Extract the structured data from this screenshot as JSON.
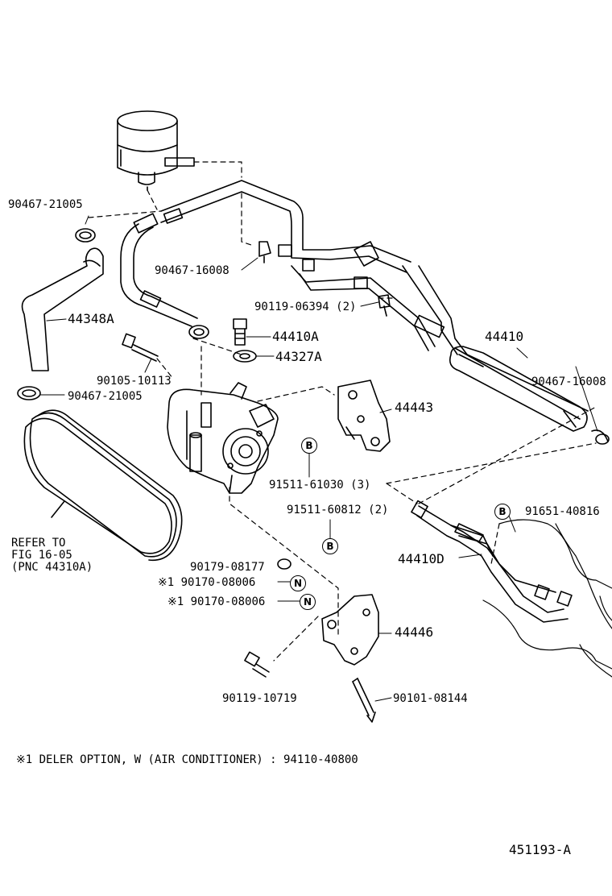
{
  "labels": {
    "p90467_21005_top": "90467-21005",
    "p90467_16008_mid": "90467-16008",
    "p90119_06394": "90119-06394 (2)",
    "p44348a": "44348A",
    "p44410a": "44410A",
    "p44327a": "44327A",
    "p44410": "44410",
    "p90467_16008_right": "90467-16008",
    "p90105_10113": "90105-10113",
    "p90467_21005_bottom": "90467-21005",
    "p44443": "44443",
    "p91511_61030": "91511-61030 (3)",
    "p91511_60812": "91511-60812 (2)",
    "p91651_40816": "91651-40816",
    "refer1": "REFER TO",
    "refer2": "FIG 16-05",
    "refer3": "(PNC 44310A)",
    "p44410d": "44410D",
    "p90179_08177": "90179-08177",
    "p90170_08006_a": "※1 90170-08006",
    "p90170_08006_b": "※1 90170-08006",
    "p44446": "44446",
    "p90119_10719": "90119-10719",
    "p90101_08144": "90101-08144",
    "footnote": "※1 DELER OPTION, W (AIR CONDITIONER) : 94110-40800",
    "figure_id": "451193-A"
  },
  "callouts": {
    "b": "B",
    "n": "N"
  }
}
